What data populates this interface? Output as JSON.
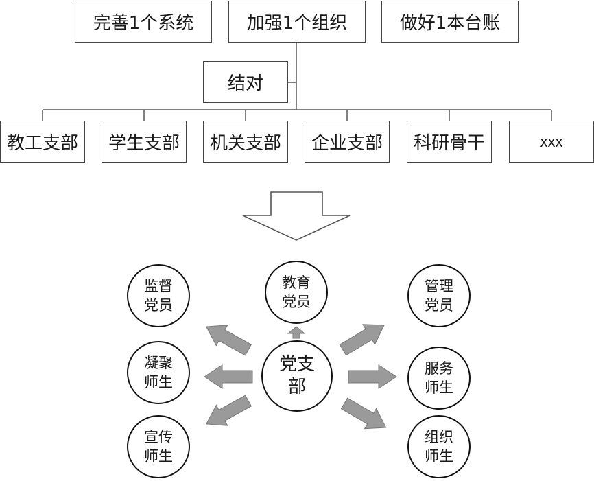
{
  "top_boxes": [
    "完善1个系统",
    "加强1个组织",
    "做好1本台账"
  ],
  "pairing_box": "结对",
  "branches": [
    "教工支部",
    "学生支部",
    "机关支部",
    "企业支部",
    "科研骨干",
    "xxx"
  ],
  "hub": {
    "line1": "党支",
    "line2": "部"
  },
  "roles": {
    "top": {
      "line1": "教育",
      "line2": "党员"
    },
    "top_left": {
      "line1": "监督",
      "line2": "党员"
    },
    "mid_left": {
      "line1": "凝聚",
      "line2": "师生"
    },
    "bottom_left": {
      "line1": "宣传",
      "line2": "师生"
    },
    "top_right": {
      "line1": "管理",
      "line2": "党员"
    },
    "mid_right": {
      "line1": "服务",
      "line2": "师生"
    },
    "bottom_right": {
      "line1": "组织",
      "line2": "师生"
    }
  }
}
